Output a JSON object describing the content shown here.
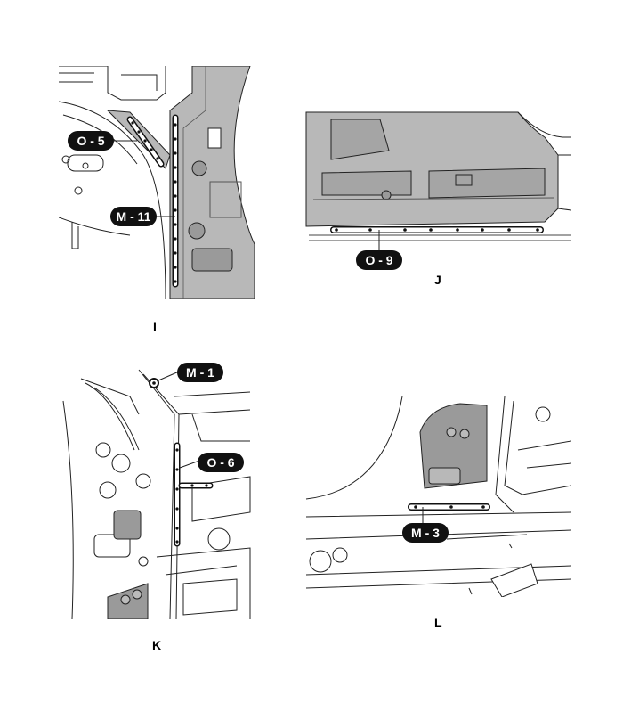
{
  "panels": [
    {
      "id": "I",
      "label": "I",
      "callouts": [
        "O - 5",
        "M - 11"
      ]
    },
    {
      "id": "J",
      "label": "J",
      "callouts": [
        "O - 9"
      ]
    },
    {
      "id": "K",
      "label": "K",
      "callouts": [
        "M - 1",
        "O - 6"
      ]
    },
    {
      "id": "L",
      "label": "L",
      "callouts": [
        "M - 3"
      ]
    }
  ],
  "colors": {
    "line": "#222222",
    "panel_fill": "#b8b8b8",
    "panel_dark": "#9a9a9a",
    "callout_fill": "#111111",
    "callout_text": "#ffffff"
  }
}
